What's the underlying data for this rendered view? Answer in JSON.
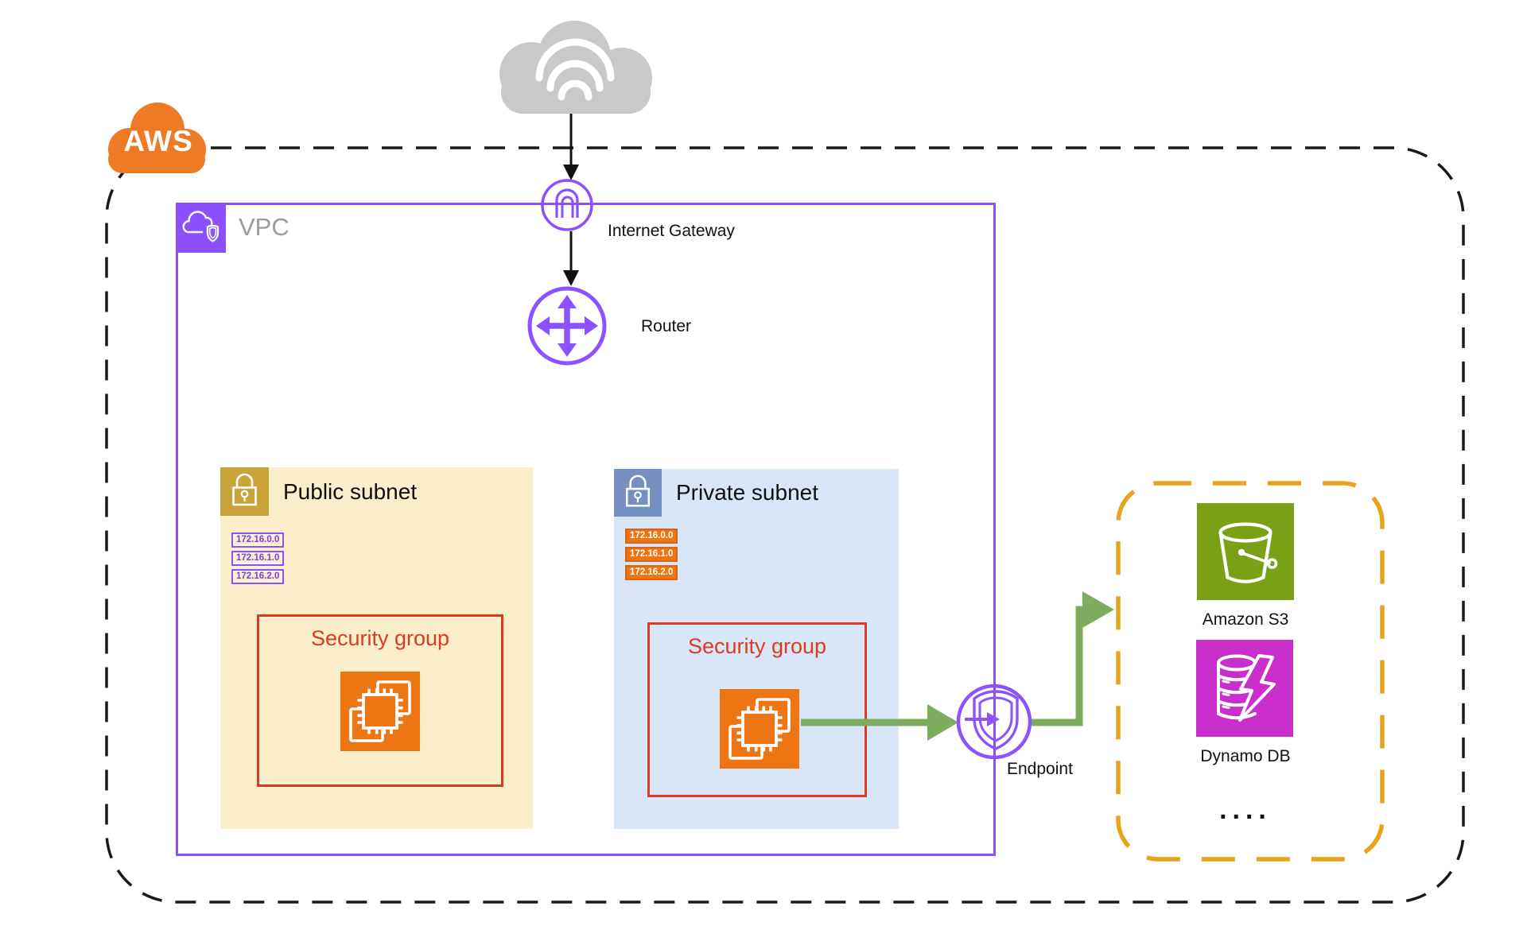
{
  "aws_cloud": {
    "label": "AWS"
  },
  "vpc": {
    "label": "VPC"
  },
  "internet_gateway": {
    "label": "Internet Gateway"
  },
  "router": {
    "label": "Router"
  },
  "endpoint": {
    "label": "Endpoint"
  },
  "public_subnet": {
    "label": "Public subnet",
    "cidrs": [
      "172.16.0.0",
      "172.16.1.0",
      "172.16.2.0"
    ],
    "security_group": {
      "label": "Security group"
    }
  },
  "private_subnet": {
    "label": "Private subnet",
    "cidrs": [
      "172.16.0.0",
      "172.16.1.0",
      "172.16.2.0"
    ],
    "security_group": {
      "label": "Security group"
    }
  },
  "services": {
    "s3": {
      "label": "Amazon S3"
    },
    "dynamodb": {
      "label": "Dynamo DB"
    },
    "more": {
      "label": "...."
    }
  },
  "icons": {
    "internet": "internet-cloud-icon",
    "aws": "aws-cloud-logo",
    "vpc": "vpc-shield-cloud-icon",
    "public_subnet": "gold-lock-icon",
    "private_subnet": "blue-lock-icon",
    "ec2": "ec2-instances-chip-icon",
    "internet_gateway": "gateway-arch-icon",
    "router": "four-way-arrows-icon",
    "endpoint": "shield-arrow-icon",
    "s3": "bucket-icon",
    "dynamodb": "database-lightning-icon"
  },
  "colors": {
    "purple": "#8C4FFF",
    "green_arrow": "#7FAD5F",
    "ec2_orange": "#ED7514",
    "services_box_orange": "#E8A21C",
    "security_group_red": "#DB3B21",
    "public_subnet_fill": "#FAEECB",
    "public_icon_gold": "#C9A43B",
    "private_subnet_fill": "#D9E6F8",
    "private_icon_blue": "#7490C1",
    "s3_green": "#7AA116",
    "dynamodb_magenta": "#CB2FCB",
    "internet_cloud_gray": "#C9C9C9"
  }
}
